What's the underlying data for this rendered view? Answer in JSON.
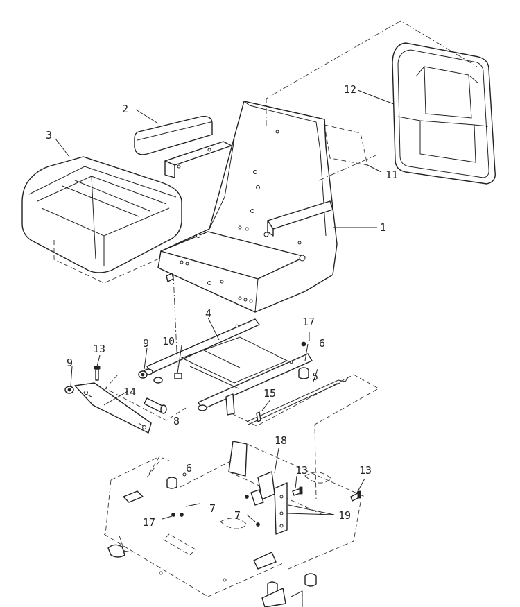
{
  "callouts": {
    "c1": "1",
    "c2": "2",
    "c3": "3",
    "c4": "4",
    "c5": "5",
    "c6a": "6",
    "c6b": "6",
    "c7a": "7",
    "c7b": "7",
    "c8": "8",
    "c9a": "9",
    "c9b": "9",
    "c10": "10",
    "c11": "11",
    "c12": "12",
    "c13a": "13",
    "c13b": "13",
    "c13c": "13",
    "c14": "14",
    "c15": "15",
    "c17a": "17",
    "c17b": "17",
    "c18": "18",
    "c19": "19"
  }
}
